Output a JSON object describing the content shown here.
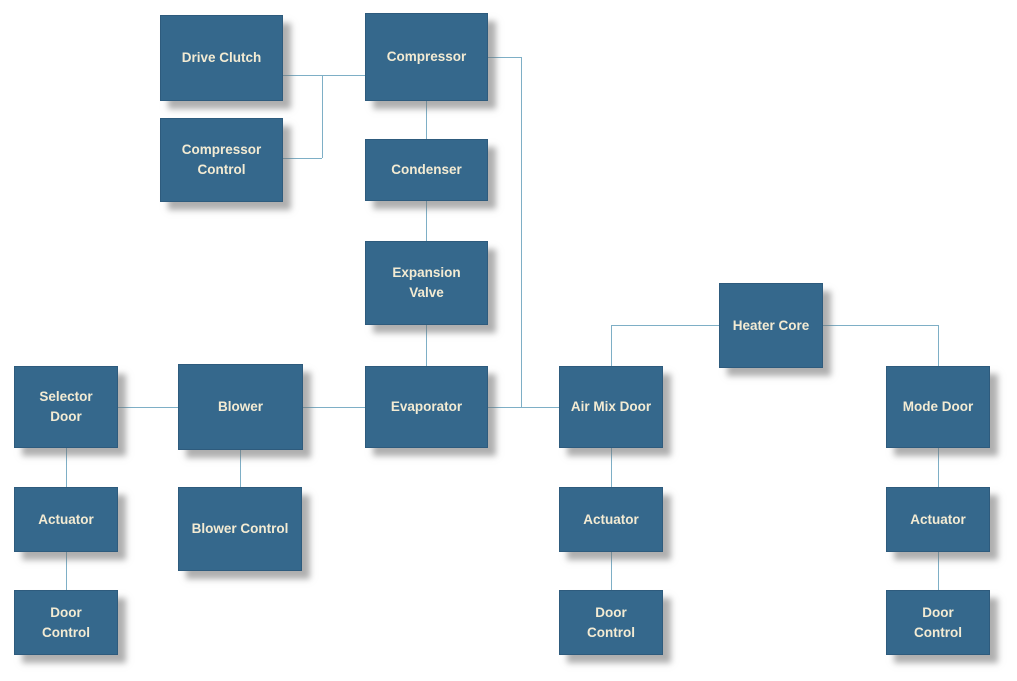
{
  "diagram_type": "block-diagram",
  "colors": {
    "node_fill": "#35688C",
    "node_border": "#2E5B7D",
    "node_text": "#F3EBD3",
    "connector": "#7EAFC6",
    "shadow": "#6E6E6E",
    "background": "#FFFFFF"
  },
  "nodes": {
    "drive_clutch": {
      "label": "Drive Clutch"
    },
    "compressor": {
      "label": "Compressor"
    },
    "compressor_control": {
      "label": "Compressor\nControl"
    },
    "condenser": {
      "label": "Condenser"
    },
    "expansion_valve": {
      "label": "Expansion\nValve"
    },
    "heater_core": {
      "label": "Heater Core"
    },
    "selector_door": {
      "label": "Selector\nDoor"
    },
    "blower": {
      "label": "Blower"
    },
    "evaporator": {
      "label": "Evaporator"
    },
    "air_mix_door": {
      "label": "Air Mix Door"
    },
    "mode_door": {
      "label": "Mode Door"
    },
    "actuator_selector": {
      "label": "Actuator"
    },
    "blower_control": {
      "label": "Blower Control"
    },
    "actuator_airmix": {
      "label": "Actuator"
    },
    "actuator_mode": {
      "label": "Actuator"
    },
    "door_control_selector": {
      "label": "Door\nControl"
    },
    "door_control_airmix": {
      "label": "Door\nControl"
    },
    "door_control_mode": {
      "label": "Door\nControl"
    }
  },
  "edges": [
    {
      "from": "drive_clutch",
      "to": "compressor"
    },
    {
      "from": "compressor_control",
      "to": "compressor"
    },
    {
      "from": "compressor",
      "to": "condenser"
    },
    {
      "from": "condenser",
      "to": "expansion_valve"
    },
    {
      "from": "expansion_valve",
      "to": "evaporator"
    },
    {
      "from": "compressor",
      "to": "evaporator"
    },
    {
      "from": "selector_door",
      "to": "blower"
    },
    {
      "from": "blower",
      "to": "evaporator"
    },
    {
      "from": "evaporator",
      "to": "air_mix_door"
    },
    {
      "from": "heater_core",
      "to": "air_mix_door"
    },
    {
      "from": "heater_core",
      "to": "mode_door"
    },
    {
      "from": "selector_door",
      "to": "actuator_selector"
    },
    {
      "from": "actuator_selector",
      "to": "door_control_selector"
    },
    {
      "from": "blower",
      "to": "blower_control"
    },
    {
      "from": "air_mix_door",
      "to": "actuator_airmix"
    },
    {
      "from": "actuator_airmix",
      "to": "door_control_airmix"
    },
    {
      "from": "mode_door",
      "to": "actuator_mode"
    },
    {
      "from": "actuator_mode",
      "to": "door_control_mode"
    }
  ]
}
